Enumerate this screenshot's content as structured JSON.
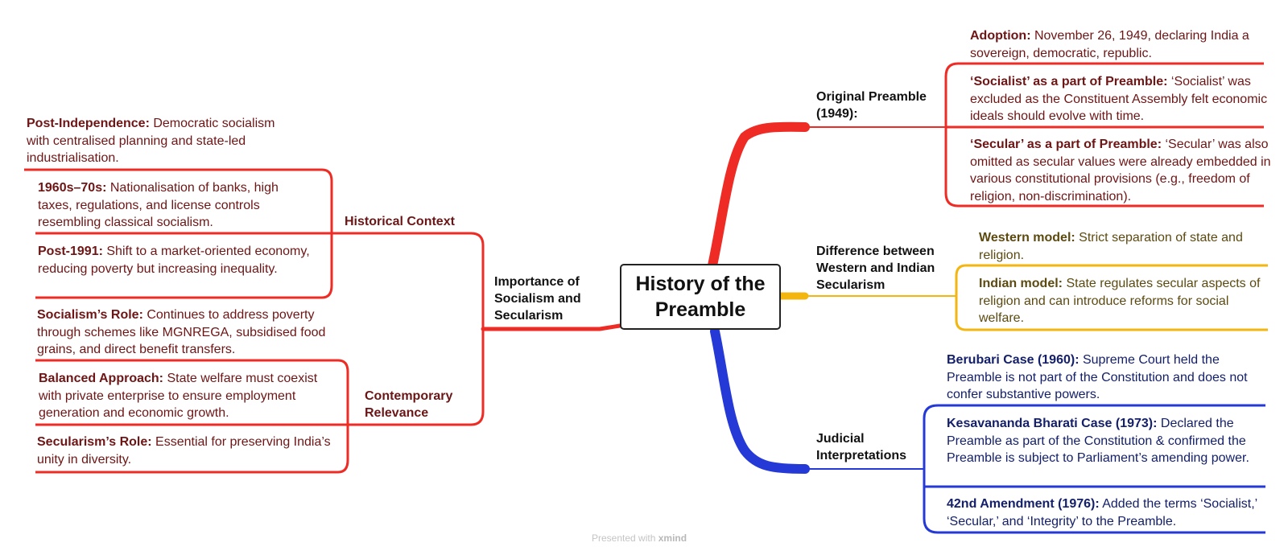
{
  "colors": {
    "red": "#ee2b24",
    "gold": "#f3b611",
    "blue": "#2439d6",
    "dark_red_text": "#6e1515",
    "gold_text": "#5c4a10",
    "blue_text": "#14206a"
  },
  "central": {
    "title": "History of the Preamble"
  },
  "right": {
    "original_preamble": {
      "title": "Original Preamble (1949):",
      "items": [
        {
          "label": "Adoption:",
          "text": " November 26, 1949, declaring India a sovereign, democratic, republic."
        },
        {
          "label": "‘Socialist’ as a part of Preamble:",
          "text": " ‘Socialist’ was excluded as the Constituent Assembly felt economic ideals should evolve with time."
        },
        {
          "label": "‘Secular’ as a part of Preamble:",
          "text": " ‘Secular’ was also omitted as secular values were already embedded in various constitutional provisions (e.g., freedom of religion, non-discrimination)."
        }
      ]
    },
    "secularism_difference": {
      "title": "Difference between Western and Indian Secularism",
      "items": [
        {
          "label": "Western model:",
          "text": " Strict separation of state and religion."
        },
        {
          "label": "Indian model:",
          "text": " State regulates secular aspects of religion and can introduce reforms for social welfare."
        }
      ]
    },
    "judicial": {
      "title": "Judicial Interpretations",
      "items": [
        {
          "label": "Berubari Case (1960):",
          "text": " Supreme Court held the Preamble is not part of the Constitution and does not confer substantive powers."
        },
        {
          "label": "Kesavananda Bharati Case (1973):",
          "text": " Declared the Preamble as part of the Constitution & confirmed the Preamble is subject to Parliament’s amending power."
        },
        {
          "label": "42nd Amendment (1976):",
          "text": " Added the terms ‘Socialist,’ ‘Secular,’ and ‘Integrity’ to the Preamble."
        }
      ]
    }
  },
  "left": {
    "importance": {
      "title": "Importance of Socialism and Secularism",
      "historical_context": {
        "title": "Historical Context",
        "items": [
          {
            "label": "Post-Independence:",
            "text": " Democratic socialism with centralised planning and state-led industrialisation."
          },
          {
            "label": "1960s–70s:",
            "text": " Nationalisation of banks, high taxes, regulations, and license controls resembling classical socialism."
          },
          {
            "label": "Post-1991:",
            "text": " Shift to a market-oriented economy, reducing poverty but increasing inequality."
          }
        ]
      },
      "contemporary_relevance": {
        "title": "Contemporary Relevance",
        "items": [
          {
            "label": "Socialism’s Role:",
            "text": " Continues to address poverty through schemes like MGNREGA, subsidised food grains, and direct benefit transfers."
          },
          {
            "label": "Balanced Approach:",
            "text": " State welfare must coexist with private enterprise to ensure employment generation and economic growth."
          },
          {
            "label": "Secularism’s Role:",
            "text": " Essential for preserving India’s unity in diversity."
          }
        ]
      }
    }
  },
  "footer": {
    "prefix": "Presented with ",
    "brand": "xmind"
  }
}
